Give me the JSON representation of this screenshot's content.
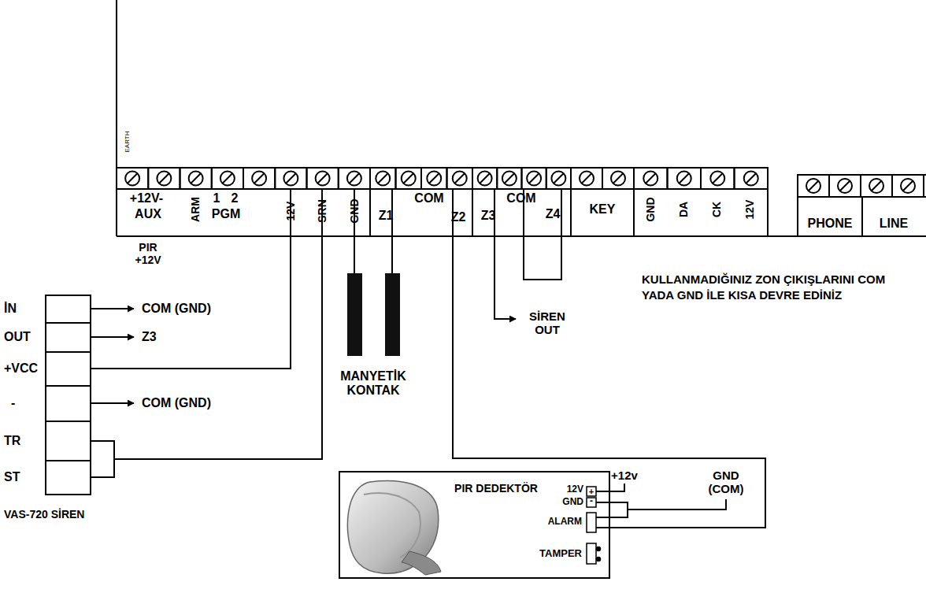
{
  "diagram": {
    "nodes": [
      {
        "text": [
          "İN",
          "OUT",
          "+VCC",
          "-",
          "TR",
          "ST",
          "VAS-720 SİREN"
        ]
      },
      {
        "text": [
          "MANYETİK KONTAK"
        ]
      },
      {
        "text": [
          "PIR DEDEKTÖR",
          "12V",
          "+",
          "GND",
          "-",
          "ALARM",
          "TAMPER"
        ]
      }
    ],
    "labels": [
      "EARTH",
      "+12V-",
      "AUX",
      "ARM",
      "1",
      "2",
      "PGM",
      "12V",
      "SRN",
      "GND",
      "COM",
      "Z1",
      "Z2",
      "Z3",
      "COM",
      "Z4",
      "KEY",
      "GND",
      "DA",
      "CK",
      "12V",
      "PHONE",
      "LINE",
      "PIR +12V",
      "COM (GND)",
      "Z3",
      "COM (GND)",
      "SİREN OUT",
      "+12v",
      "GND (COM)",
      "KULLANMADIĞINIZ ZON ÇIKIŞLARINI COM YADA GND İLE KISA DEVRE EDİNİZ"
    ]
  }
}
